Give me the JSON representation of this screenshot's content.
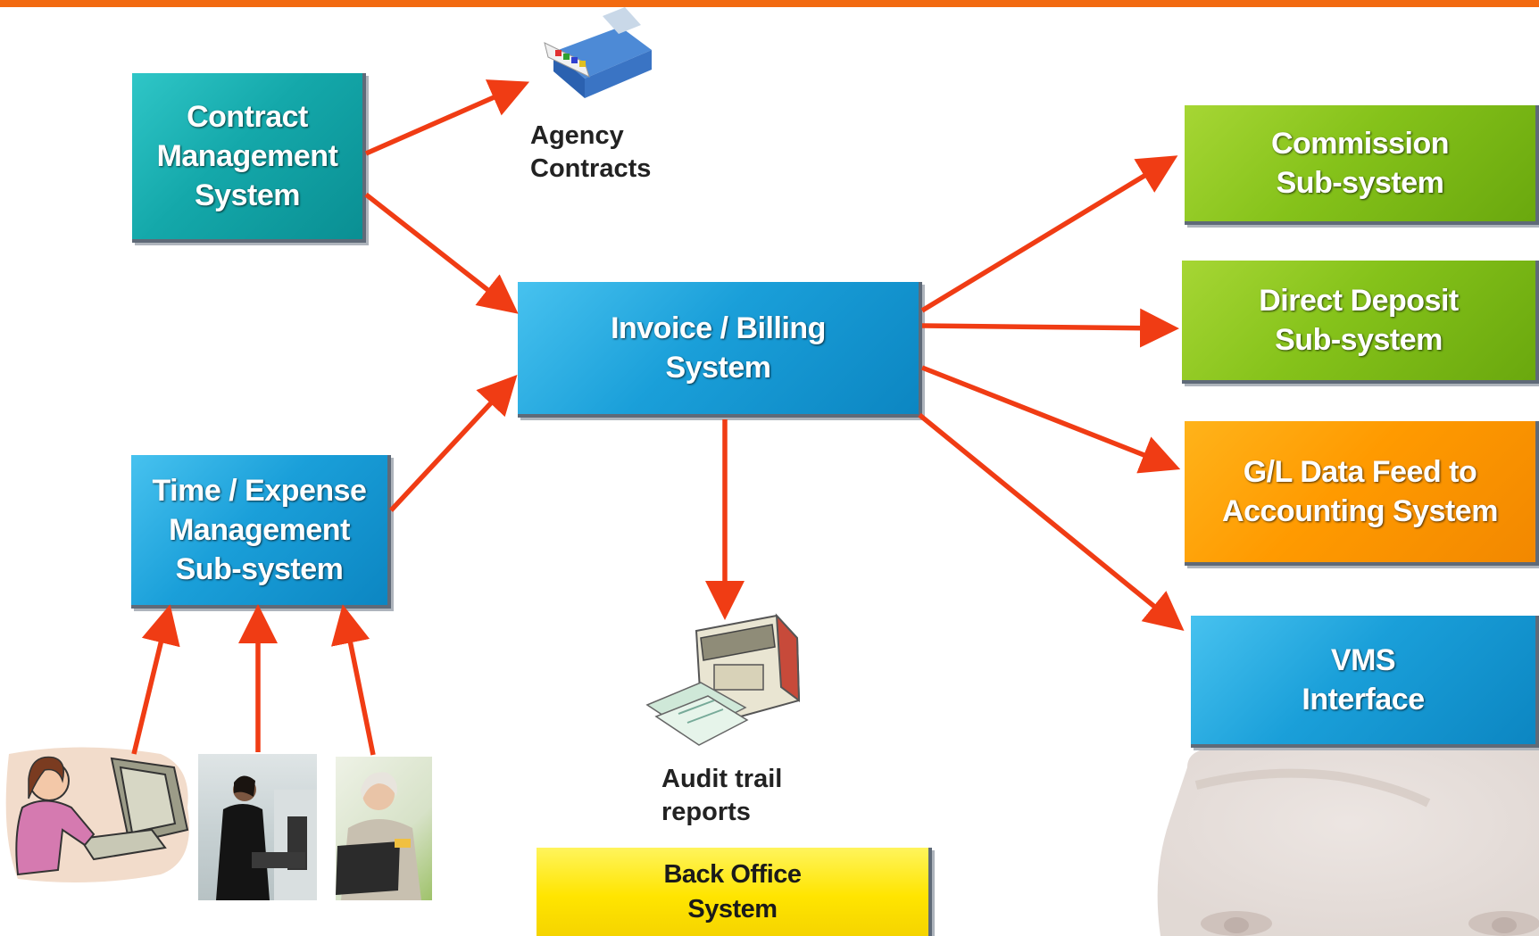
{
  "boxes": {
    "contract": "Contract\nManagement\nSystem",
    "invoice": "Invoice / Billing\nSystem",
    "time_expense": "Time / Expense\nManagement\nSub-system",
    "commission": "Commission\nSub-system",
    "direct_deposit": "Direct Deposit\nSub-system",
    "gl_feed": "G/L Data Feed to\nAccounting System",
    "vms": "VMS\nInterface",
    "back_office": "Back Office\nSystem"
  },
  "labels": {
    "agency_contracts": "Agency\nContracts",
    "audit_trail": "Audit trail\nreports"
  },
  "icons": {
    "printer": "printer-icon",
    "fax": "fax-report-icon",
    "woman_computer": "woman-at-computer-clipart",
    "woman_kiosk": "woman-at-kiosk-photo",
    "woman_laptop": "woman-with-laptop-photo",
    "face": "faded-face-photo"
  },
  "colors": {
    "top_bar": "#f26a10",
    "arrow": "#f03c14",
    "teal": "#14a8aa",
    "blue": "#1a9fd9",
    "green": "#85c21a",
    "orange": "#ff9a00",
    "yellow": "#ffe500"
  }
}
